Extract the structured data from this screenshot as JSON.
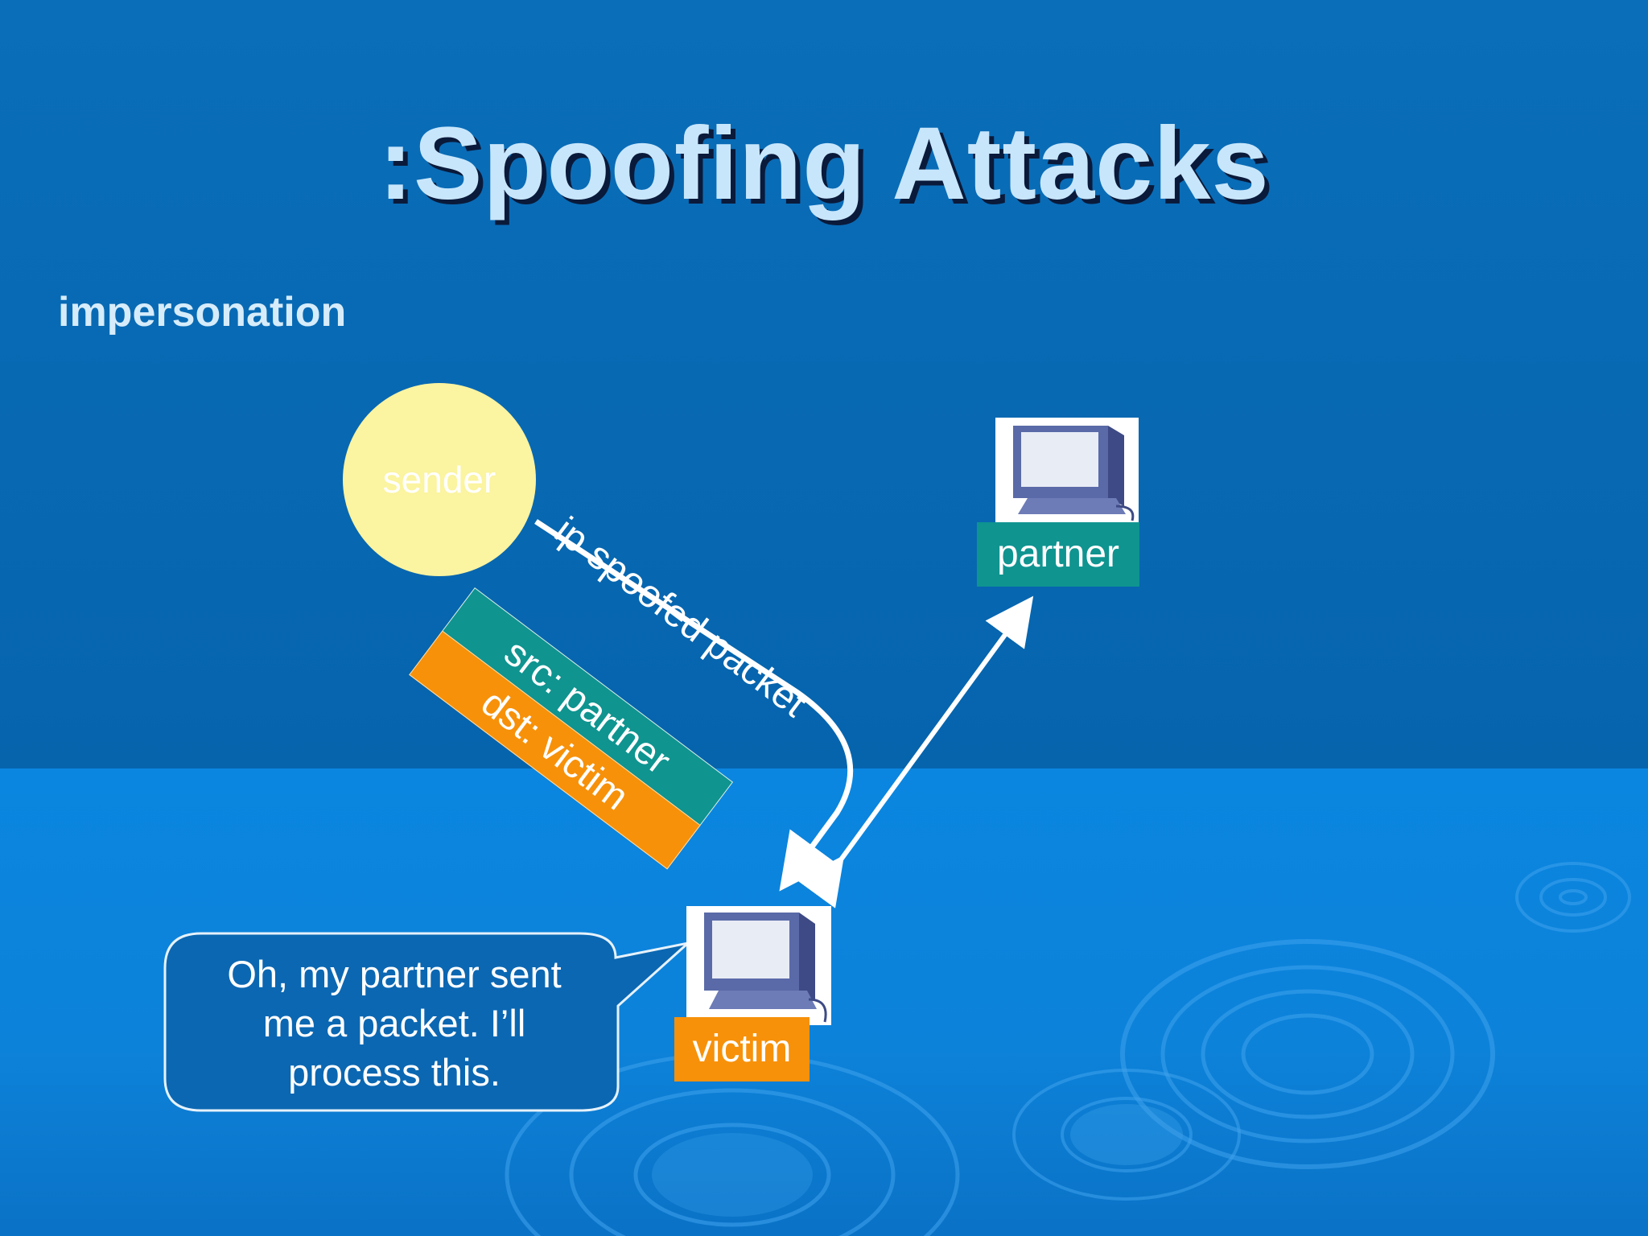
{
  "slide": {
    "title": ":Spoofing Attacks",
    "subtitle": "impersonation"
  },
  "nodes": {
    "sender": "sender",
    "partner": "partner",
    "victim": "victim"
  },
  "packet": {
    "caption": "ip spoofed packet",
    "src": "src: partner",
    "dst": "dst: victim"
  },
  "speech_bubble": {
    "line1": "Oh, my partner sent",
    "line2": "me a packet. I’ll",
    "line3": "process this."
  },
  "colors": {
    "background_top": "#0a6eb9",
    "background_bottom": "#0a86e0",
    "sender_fill": "#fbf4a0",
    "teal": "#0f9490",
    "orange": "#f7910a",
    "title_text": "#c8e6fb"
  },
  "icons": {
    "partner": "desktop-computer-icon",
    "victim": "desktop-computer-icon"
  }
}
